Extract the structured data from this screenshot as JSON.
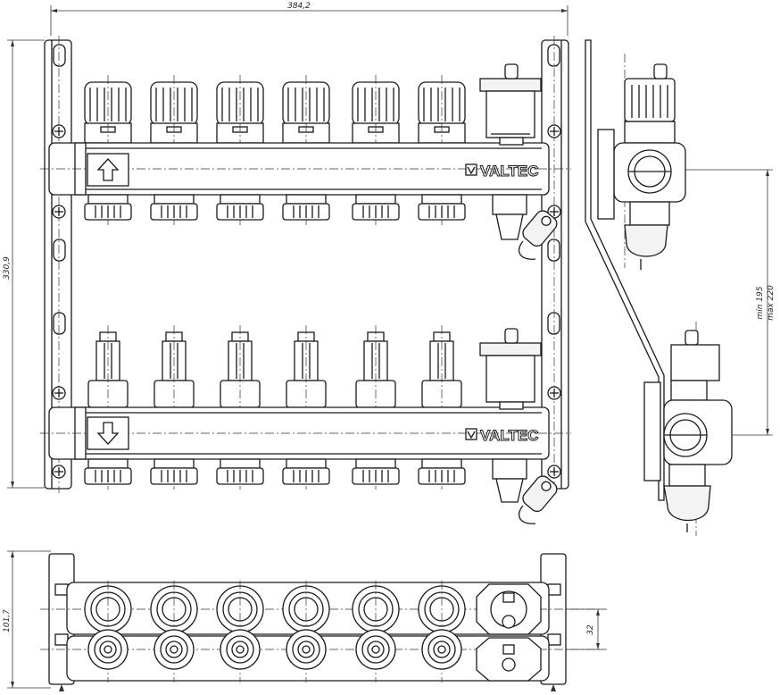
{
  "dimensions": {
    "width": "384,2",
    "height": "330,9",
    "depth": "101,7",
    "pipe_spacing": "32",
    "axis_min": "min 195",
    "axis_max": "max 220"
  },
  "brand": {
    "name": "VALTEC"
  },
  "colors": {
    "line": "#1a1a1a",
    "background": "#ffffff",
    "fill_light": "#f3f3f3"
  },
  "icons": {
    "supply_arrow": "arrow-up-icon",
    "return_arrow": "arrow-down-icon",
    "logo": "valtec-logo-icon"
  }
}
